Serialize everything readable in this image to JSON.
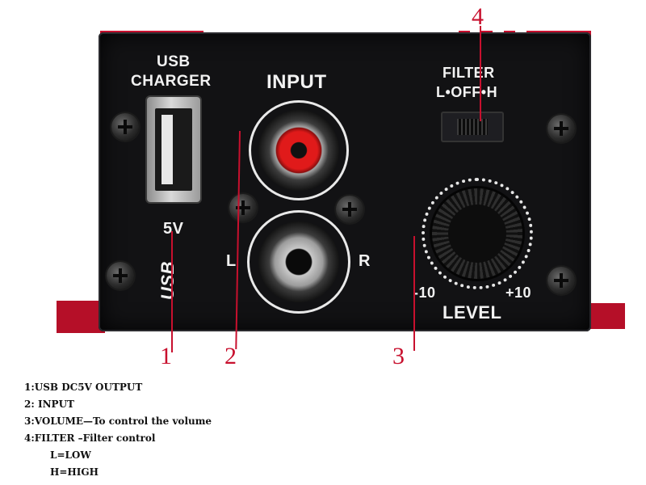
{
  "device": {
    "usb_label_line1": "USB",
    "usb_label_line2": "CHARGER",
    "usb_voltage": "5V",
    "usb_logo": "USB",
    "input_label": "INPUT",
    "channel_left": "L",
    "channel_right": "R",
    "filter_label": "FILTER",
    "filter_positions": "L•OFF•H",
    "level_min": "-10",
    "level_max": "+10",
    "level_label": "LEVEL"
  },
  "callouts": [
    "1",
    "2",
    "3",
    "4"
  ],
  "legend": [
    "1:USB DC5V OUTPUT",
    "2: INPUT",
    "3:VOLUME—To control the volume",
    "4:FILTER –Filter control",
    "L=LOW",
    "H=HIGH"
  ],
  "colors": {
    "housing": "#c8102e",
    "faceplate": "#121214",
    "callout": "#c8102e"
  }
}
